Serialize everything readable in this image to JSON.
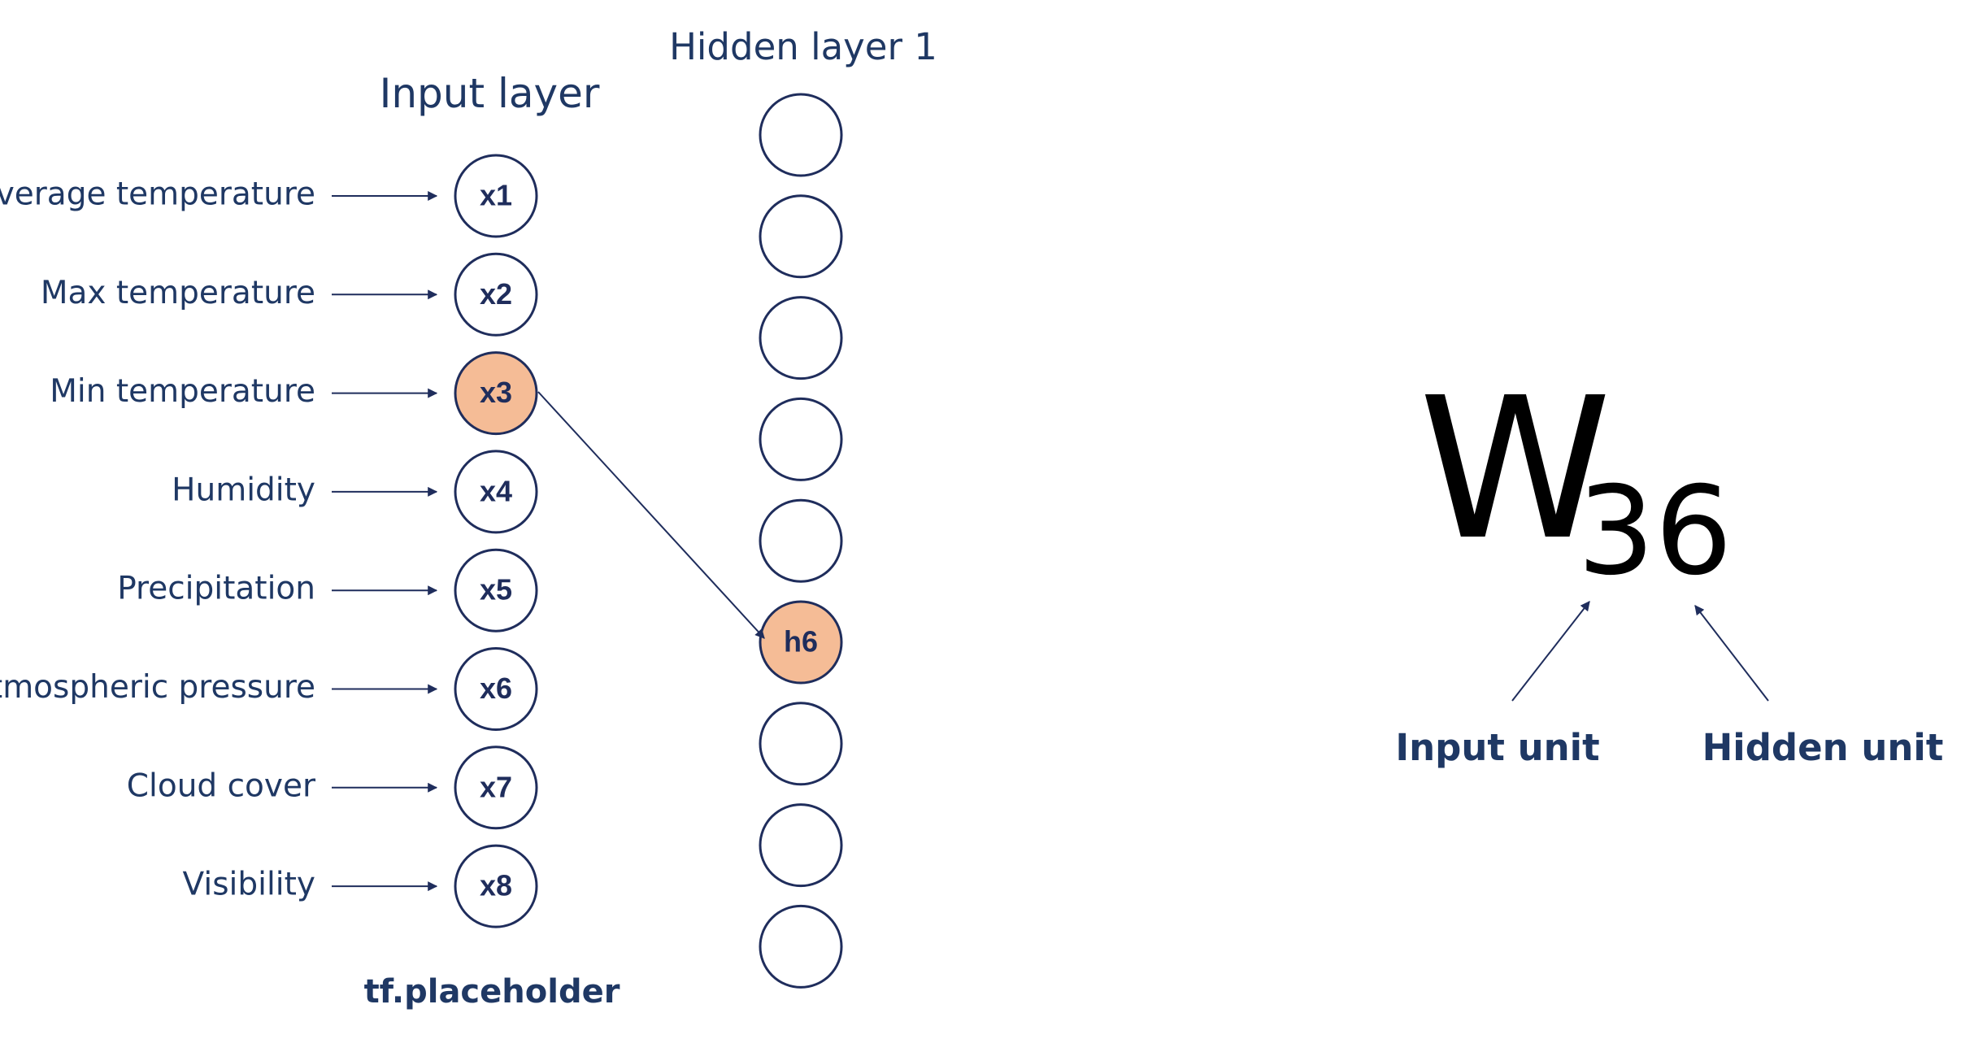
{
  "input_layer": {
    "title": "Input layer",
    "features": [
      "Average temperature",
      "Max temperature",
      "Min temperature",
      "Humidity",
      "Precipitation",
      "Atmospheric pressure",
      "Cloud cover",
      "Visibility"
    ],
    "nodes": [
      "x1",
      "x2",
      "x3",
      "x4",
      "x5",
      "x6",
      "x7",
      "x8"
    ],
    "highlighted_node": "x3",
    "footer": "tf.placeholder"
  },
  "hidden_layer": {
    "title": "Hidden layer 1",
    "nodes": [
      "",
      "",
      "",
      "",
      "",
      "h6",
      "",
      "",
      ""
    ],
    "highlighted_node": "h6"
  },
  "weight": {
    "symbol": "W",
    "subscript": "36",
    "left_label": "Input unit",
    "right_label": "Hidden unit"
  },
  "colors": {
    "dark_navy": "#1f2d5c",
    "label_blue": "#1f3864",
    "highlight": "#f5bc96"
  }
}
